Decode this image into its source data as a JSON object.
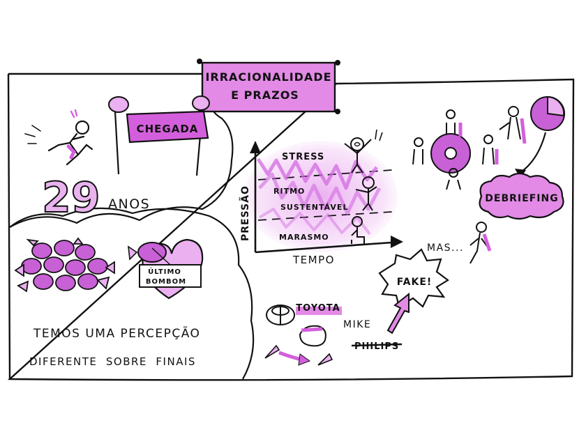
{
  "title": {
    "line1": "IRRACIONALIDADE",
    "line2": "E PRAZOS"
  },
  "finish_banner": {
    "label": "CHEGADA"
  },
  "age": {
    "number": "29",
    "unit": "ANOS"
  },
  "candy": {
    "tag_line1": "ÚLTIMO",
    "tag_line2": "BOMBOM"
  },
  "caption": {
    "line1": "TEMOS UMA PERCEPÇÃO",
    "line2": "DIFERENTE  SOBRE  FINAIS"
  },
  "graph": {
    "y_axis_label": "PRESSÃO",
    "x_axis_label": "TEMPO",
    "zones": [
      "STRESS",
      "RITMO",
      "SUSTENTÁVEL",
      "MARASMO"
    ]
  },
  "debrief": {
    "label": "DEBRIEFING"
  },
  "story": {
    "brand1": "TOYOTA",
    "person": "MIKE",
    "brand2_struck": "PHILIPS",
    "fake_label": "FAKE!",
    "but_label": "MAS..."
  },
  "colors": {
    "accent": "#d45fdc",
    "accent_light": "#eab0ef",
    "accent_dark": "#b03fc0",
    "ink": "#111111"
  }
}
